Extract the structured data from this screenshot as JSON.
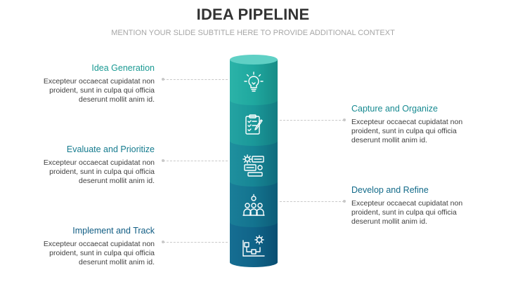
{
  "header": {
    "title": "IDEA PIPELINE",
    "subtitle": "MENTION YOUR SLIDE SUBTITLE HERE TO PROVIDE ADDITIONAL CONTEXT"
  },
  "steps": [
    {
      "title": "Idea Generation",
      "body": "Excepteur occaecat cupidatat non proident, sunt in culpa qui officia deserunt mollit anim id.",
      "color": "#1a9a93",
      "icon": "lightbulb-icon"
    },
    {
      "title": "Capture and Organize",
      "body": "Excepteur occaecat cupidatat non proident, sunt in culpa qui officia deserunt mollit anim id.",
      "color": "#178a91",
      "icon": "clipboard-checklist-icon"
    },
    {
      "title": "Evaluate and Prioritize",
      "body": "Excepteur occaecat cupidatat non proident, sunt in culpa qui officia deserunt mollit anim id.",
      "color": "#157b8e",
      "icon": "gear-list-icon"
    },
    {
      "title": "Develop and Refine",
      "body": "Excepteur occaecat cupidatat non proident, sunt in culpa qui officia deserunt mollit anim id.",
      "color": "#126a89",
      "icon": "team-idea-icon"
    },
    {
      "title": "Implement and Track",
      "body": "Excepteur occaecat cupidatat non proident, sunt in culpa qui officia deserunt mollit anim id.",
      "color": "#0f5c83",
      "icon": "workflow-gear-icon"
    }
  ]
}
